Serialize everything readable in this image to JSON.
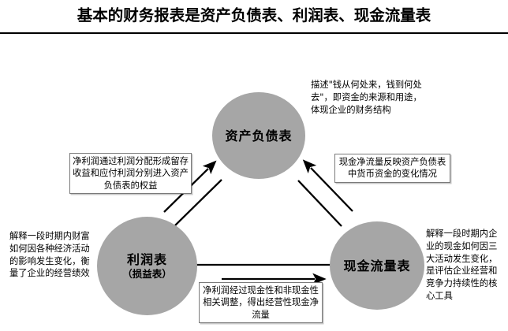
{
  "page": {
    "title": "基本的财务报表是资产负债表、利润表、现金流量表"
  },
  "diagram": {
    "type": "triangle-relationship-diagram",
    "node_fill_color": "#a6a6a6",
    "connector_color": "#000000",
    "box_border_color": "#7a7a7a",
    "nodes": [
      {
        "id": "balance-sheet",
        "label": "资产负债表",
        "sub_label": "",
        "position": "top"
      },
      {
        "id": "income-statement",
        "label": "利润表",
        "sub_label": "（损益表）",
        "position": "bottom-left"
      },
      {
        "id": "cashflow-statement",
        "label": "现金流量表",
        "sub_label": "",
        "position": "bottom-right"
      }
    ],
    "connectors": [
      {
        "id": "income-to-balance",
        "from": "income-statement",
        "to": "balance-sheet",
        "style": "double-line-with-arrow",
        "arrow": "to-balance-sheet"
      },
      {
        "id": "cashflow-to-balance",
        "from": "cashflow-statement",
        "to": "balance-sheet",
        "style": "double-line-with-arrow",
        "arrow": "to-balance-sheet"
      },
      {
        "id": "income-to-cashflow",
        "from": "income-statement",
        "to": "cashflow-statement",
        "style": "double-line-with-arrow",
        "arrow": "to-cashflow-statement"
      }
    ],
    "annotations": {
      "top_right": {
        "id": "anno-top-right",
        "text": "描述\"钱从何处来，钱到何处去\"，即资金的来源和用途，体现企业的财务结构",
        "boxed": false,
        "describes": "balance-sheet"
      },
      "left_mid": {
        "id": "anno-left-mid",
        "text": "净利润通过利润分配形成留存收益和应付利润分别进入资产负债表的权益",
        "boxed": true,
        "describes": "income-to-balance"
      },
      "right_mid": {
        "id": "anno-right-mid",
        "text": "现金净流量反映资产负债表中货币资金的变化情况",
        "boxed": true,
        "describes": "cashflow-to-balance"
      },
      "bottom_mid": {
        "id": "anno-bottom-mid",
        "text": "净利润经过现金性和非现金性相关调整，得出经营性现金净流量",
        "boxed": true,
        "describes": "income-to-cashflow"
      },
      "left_low": {
        "id": "anno-left-low",
        "text": "解释一段时期内财富如何因各种经济活动的影响发生变化，衡量了企业的经营绩效",
        "boxed": false,
        "describes": "income-statement"
      },
      "right_low": {
        "id": "anno-right-low",
        "text": "解释一段时期内企业的现金如何因三大活动发生变化，是评估企业经营和竞争力持续性的核心工具",
        "boxed": false,
        "describes": "cashflow-statement"
      }
    }
  }
}
